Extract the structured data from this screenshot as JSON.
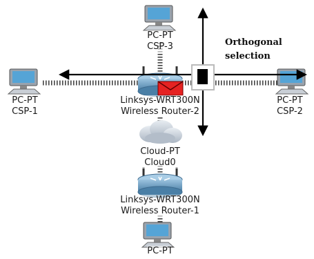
{
  "devices": {
    "csp3": {
      "line1": "PC-PT",
      "line2": "CSP-3",
      "icon": "pc-icon"
    },
    "csp1": {
      "line1": "PC-PT",
      "line2": "CSP-1",
      "icon": "pc-icon"
    },
    "csp2": {
      "line1": "PC-PT",
      "line2": "CSP-2",
      "icon": "pc-icon"
    },
    "router2": {
      "line1": "Linksys-WRT300N",
      "line2": "Wireless Router-2",
      "icon": "wireless-router-icon"
    },
    "cloud": {
      "line1": "Cloud-PT",
      "line2": "Cloud0",
      "icon": "cloud-icon"
    },
    "router1": {
      "line1": "Linksys-WRT300N",
      "line2": "Wireless Router-1",
      "icon": "wireless-router-icon"
    },
    "pcbottom": {
      "line1": "PC-PT",
      "icon": "pc-icon"
    }
  },
  "annotation": {
    "line1": "Orthogonal",
    "line2": "selection"
  },
  "colors": {
    "link": "#444444",
    "router": "#5b8fb5",
    "cloud": "#c6ced8",
    "pc_screen": "#55a4d6",
    "envelope": "#e52222",
    "arrow": "#000000"
  }
}
